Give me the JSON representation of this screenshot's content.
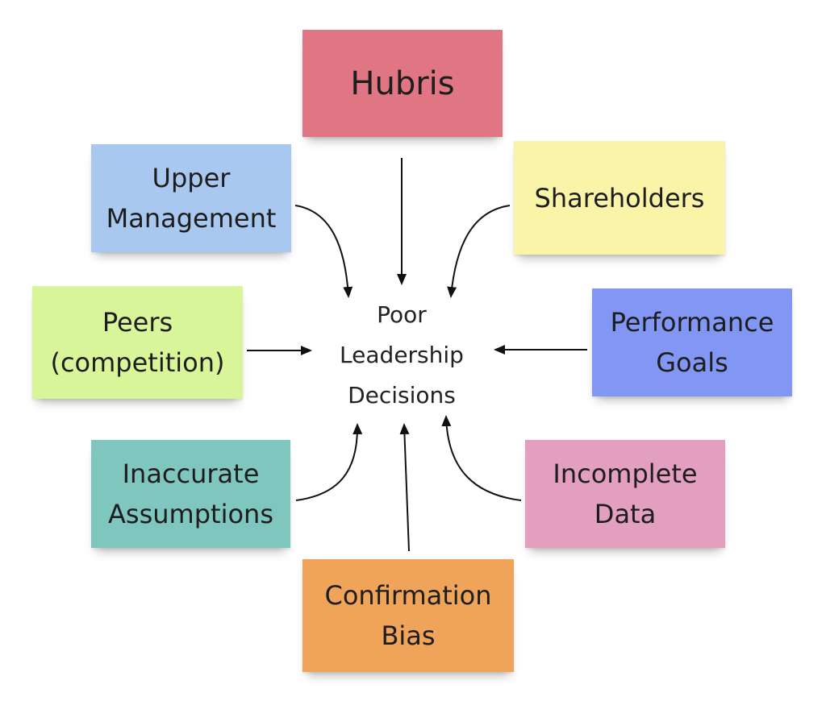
{
  "center": {
    "label": "Poor\nLeadership\nDecisions"
  },
  "notes": {
    "hubris": {
      "label": "Hubris",
      "color": "#e07683"
    },
    "upper": {
      "label": "Upper\nManagement",
      "color": "#a9c8f0"
    },
    "shareholders": {
      "label": "Shareholders",
      "color": "#faf4a9"
    },
    "peers": {
      "label": "Peers\n(competition)",
      "color": "#d9f59a"
    },
    "performance": {
      "label": "Performance\nGoals",
      "color": "#8197f3"
    },
    "inaccurate": {
      "label": "Inaccurate\nAssumptions",
      "color": "#7ec6be"
    },
    "incomplete": {
      "label": "Incomplete\nData",
      "color": "#e29fc0"
    },
    "confirmation": {
      "label": "Confirmation\nBias",
      "color": "#f0a45a"
    }
  },
  "arrow_color": "#111111"
}
